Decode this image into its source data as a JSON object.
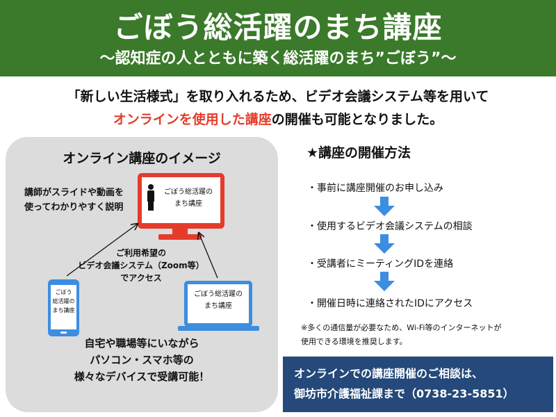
{
  "header": {
    "title": "ごぼう総活躍のまち講座",
    "subtitle": "～認知症の人とともに築く総活躍のまち”ごぼう”～"
  },
  "intro": {
    "line1": "「新しい生活様式」を取り入れるため、ビデオ会議システム等を用いて",
    "line2_highlight": "オンラインを使用した講座",
    "line2_rest": "の開催も可能となりました。"
  },
  "image_panel": {
    "title": "オンライン講座のイメージ",
    "lecturer_note": [
      "講師がスライドや動画を",
      "使ってわかりやすく説明"
    ],
    "monitor_text": [
      "ごぼう総活躍の",
      "まち講座"
    ],
    "access_note": [
      "ご利用希望の",
      "ビデオ会議システム（Zoom等）",
      "でアクセス"
    ],
    "phone_text": [
      "ごぼう",
      "総活躍の",
      "まち講座"
    ],
    "laptop_text": [
      "ごぼう総活躍の",
      "まち講座"
    ],
    "bottom_note": [
      "自宅や職場等にいながら",
      "パソコン・スマホ等の",
      "様々なデバイスで受講可能！"
    ]
  },
  "method": {
    "title": "★講座の開催方法",
    "steps": [
      "・事前に講座開催のお申し込み",
      "・使用するビデオ会議システムの相談",
      "・受講者にミーティングIDを連絡",
      "・開催日時に連絡されたIDにアクセス"
    ],
    "note": [
      "※多くの通信量が必要なため、Wi-Fi等のインターネットが",
      "使用できる環境を推奨します。"
    ]
  },
  "contact": {
    "line1": "オンラインでの講座開催のご相談は、",
    "line2": "御坊市介護福祉課まで（0738-23-5851）"
  },
  "colors": {
    "header_bg": "#3a7a2a",
    "highlight_red": "#e53b2b",
    "device_blue": "#3d8de0",
    "contact_bg": "#24497a",
    "panel_bg": "#dcdcdc"
  },
  "icons": [
    "person-icon",
    "monitor-icon",
    "smartphone-icon",
    "laptop-icon",
    "arrow-down-icon"
  ]
}
